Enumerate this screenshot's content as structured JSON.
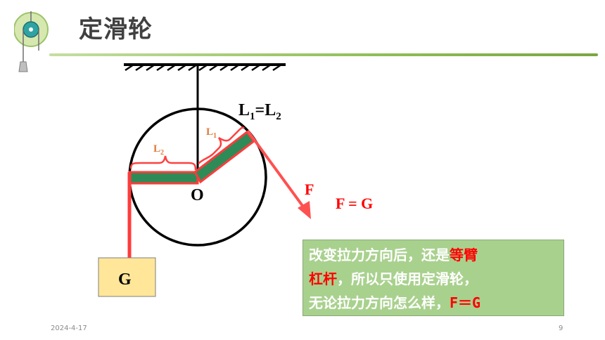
{
  "title": "定滑轮",
  "footer": {
    "date": "2024-4-17",
    "page": "9"
  },
  "labels": {
    "l_equal_l": "L₁=L₂",
    "l1": "L₁",
    "l2": "L₂",
    "pivot": "O",
    "force": "F",
    "equation": "F = G",
    "weight": "G"
  },
  "note": {
    "line1_plain": "改变拉力方向后，还是",
    "line1_highlight": "等臂",
    "line2_highlight": "杠杆",
    "line2_plain": "，所以只使用定滑轮，",
    "line3_plain": "无论拉力方向怎么样，",
    "line3_highlight": "F＝G"
  },
  "colors": {
    "rope": "#ff3b3b",
    "lever": "#2e8b57",
    "arm_brace": "#ff4040",
    "l_label": "#e07b39",
    "weight_box": "#ffe699",
    "note_bg": "#a9d18e",
    "title": "#404040"
  }
}
